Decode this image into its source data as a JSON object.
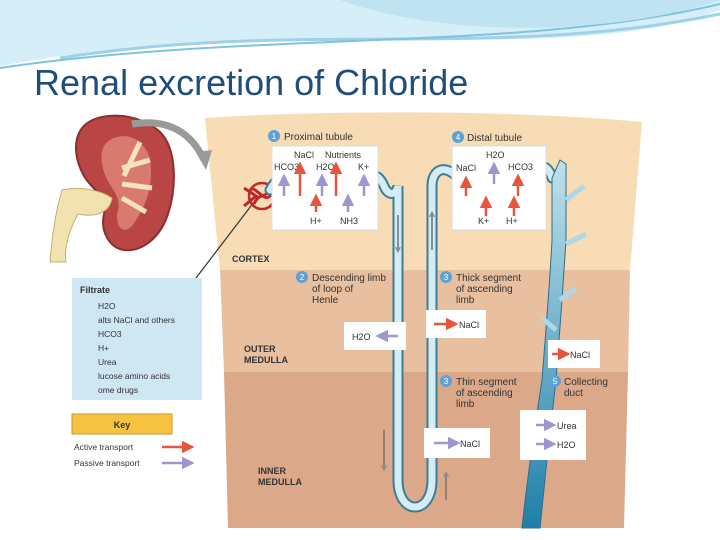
{
  "slide": {
    "title": "Renal excretion of Chloride"
  },
  "zones": {
    "cortex": "CORTEX",
    "outer_medulla": [
      "OUTER",
      "MEDULLA"
    ],
    "inner_medulla": [
      "INNER",
      "MEDULLA"
    ]
  },
  "segments": [
    {
      "number": "1",
      "lines": [
        "Proximal tubule"
      ]
    },
    {
      "number": "2",
      "lines": [
        "Descending limb",
        "of loop of",
        "Henle"
      ]
    },
    {
      "number": "3",
      "lines": [
        "Thick segment",
        "of ascending",
        "limb"
      ]
    },
    {
      "number": "3",
      "lines": [
        "Thin segment",
        "of ascending",
        "limb"
      ]
    },
    {
      "number": "4",
      "lines": [
        "Distal tubule"
      ]
    },
    {
      "number": "5",
      "lines": [
        "Collecting",
        "duct"
      ]
    }
  ],
  "proximal": {
    "nacl": "NaCl",
    "nutrients": "Nutrients",
    "hco3": "HCO3",
    "h2o": "H2O",
    "k": "K+",
    "h": "H+",
    "nh3": "NH3"
  },
  "distal": {
    "h2o": "H2O",
    "nacl": "NaCl",
    "hco3": "HCO3",
    "k": "K+",
    "h": "H+"
  },
  "loop": {
    "desc_h2o": "H2O",
    "thick_nacl": "NaCl",
    "thin_nacl": "NaCl"
  },
  "collecting": {
    "nacl": "NaCl",
    "urea": "Urea",
    "h2o": "H2O"
  },
  "filtrate": {
    "title": "Filtrate",
    "items": [
      "H2O",
      "alts  NaCl and others",
      "HCO3",
      "H+",
      "Urea",
      "lucose  amino acids",
      "ome drugs"
    ]
  },
  "key": {
    "title": "Key",
    "active": "Active transport",
    "passive": "Passive transport"
  },
  "colors": {
    "active_arrow": "#e8553d",
    "passive_arrow": "#9d96cf",
    "cortex": "#f7dcb6",
    "outer_medulla": "#e8bf9f",
    "inner_medulla": "#dba88a",
    "title": "#1f4e79"
  }
}
